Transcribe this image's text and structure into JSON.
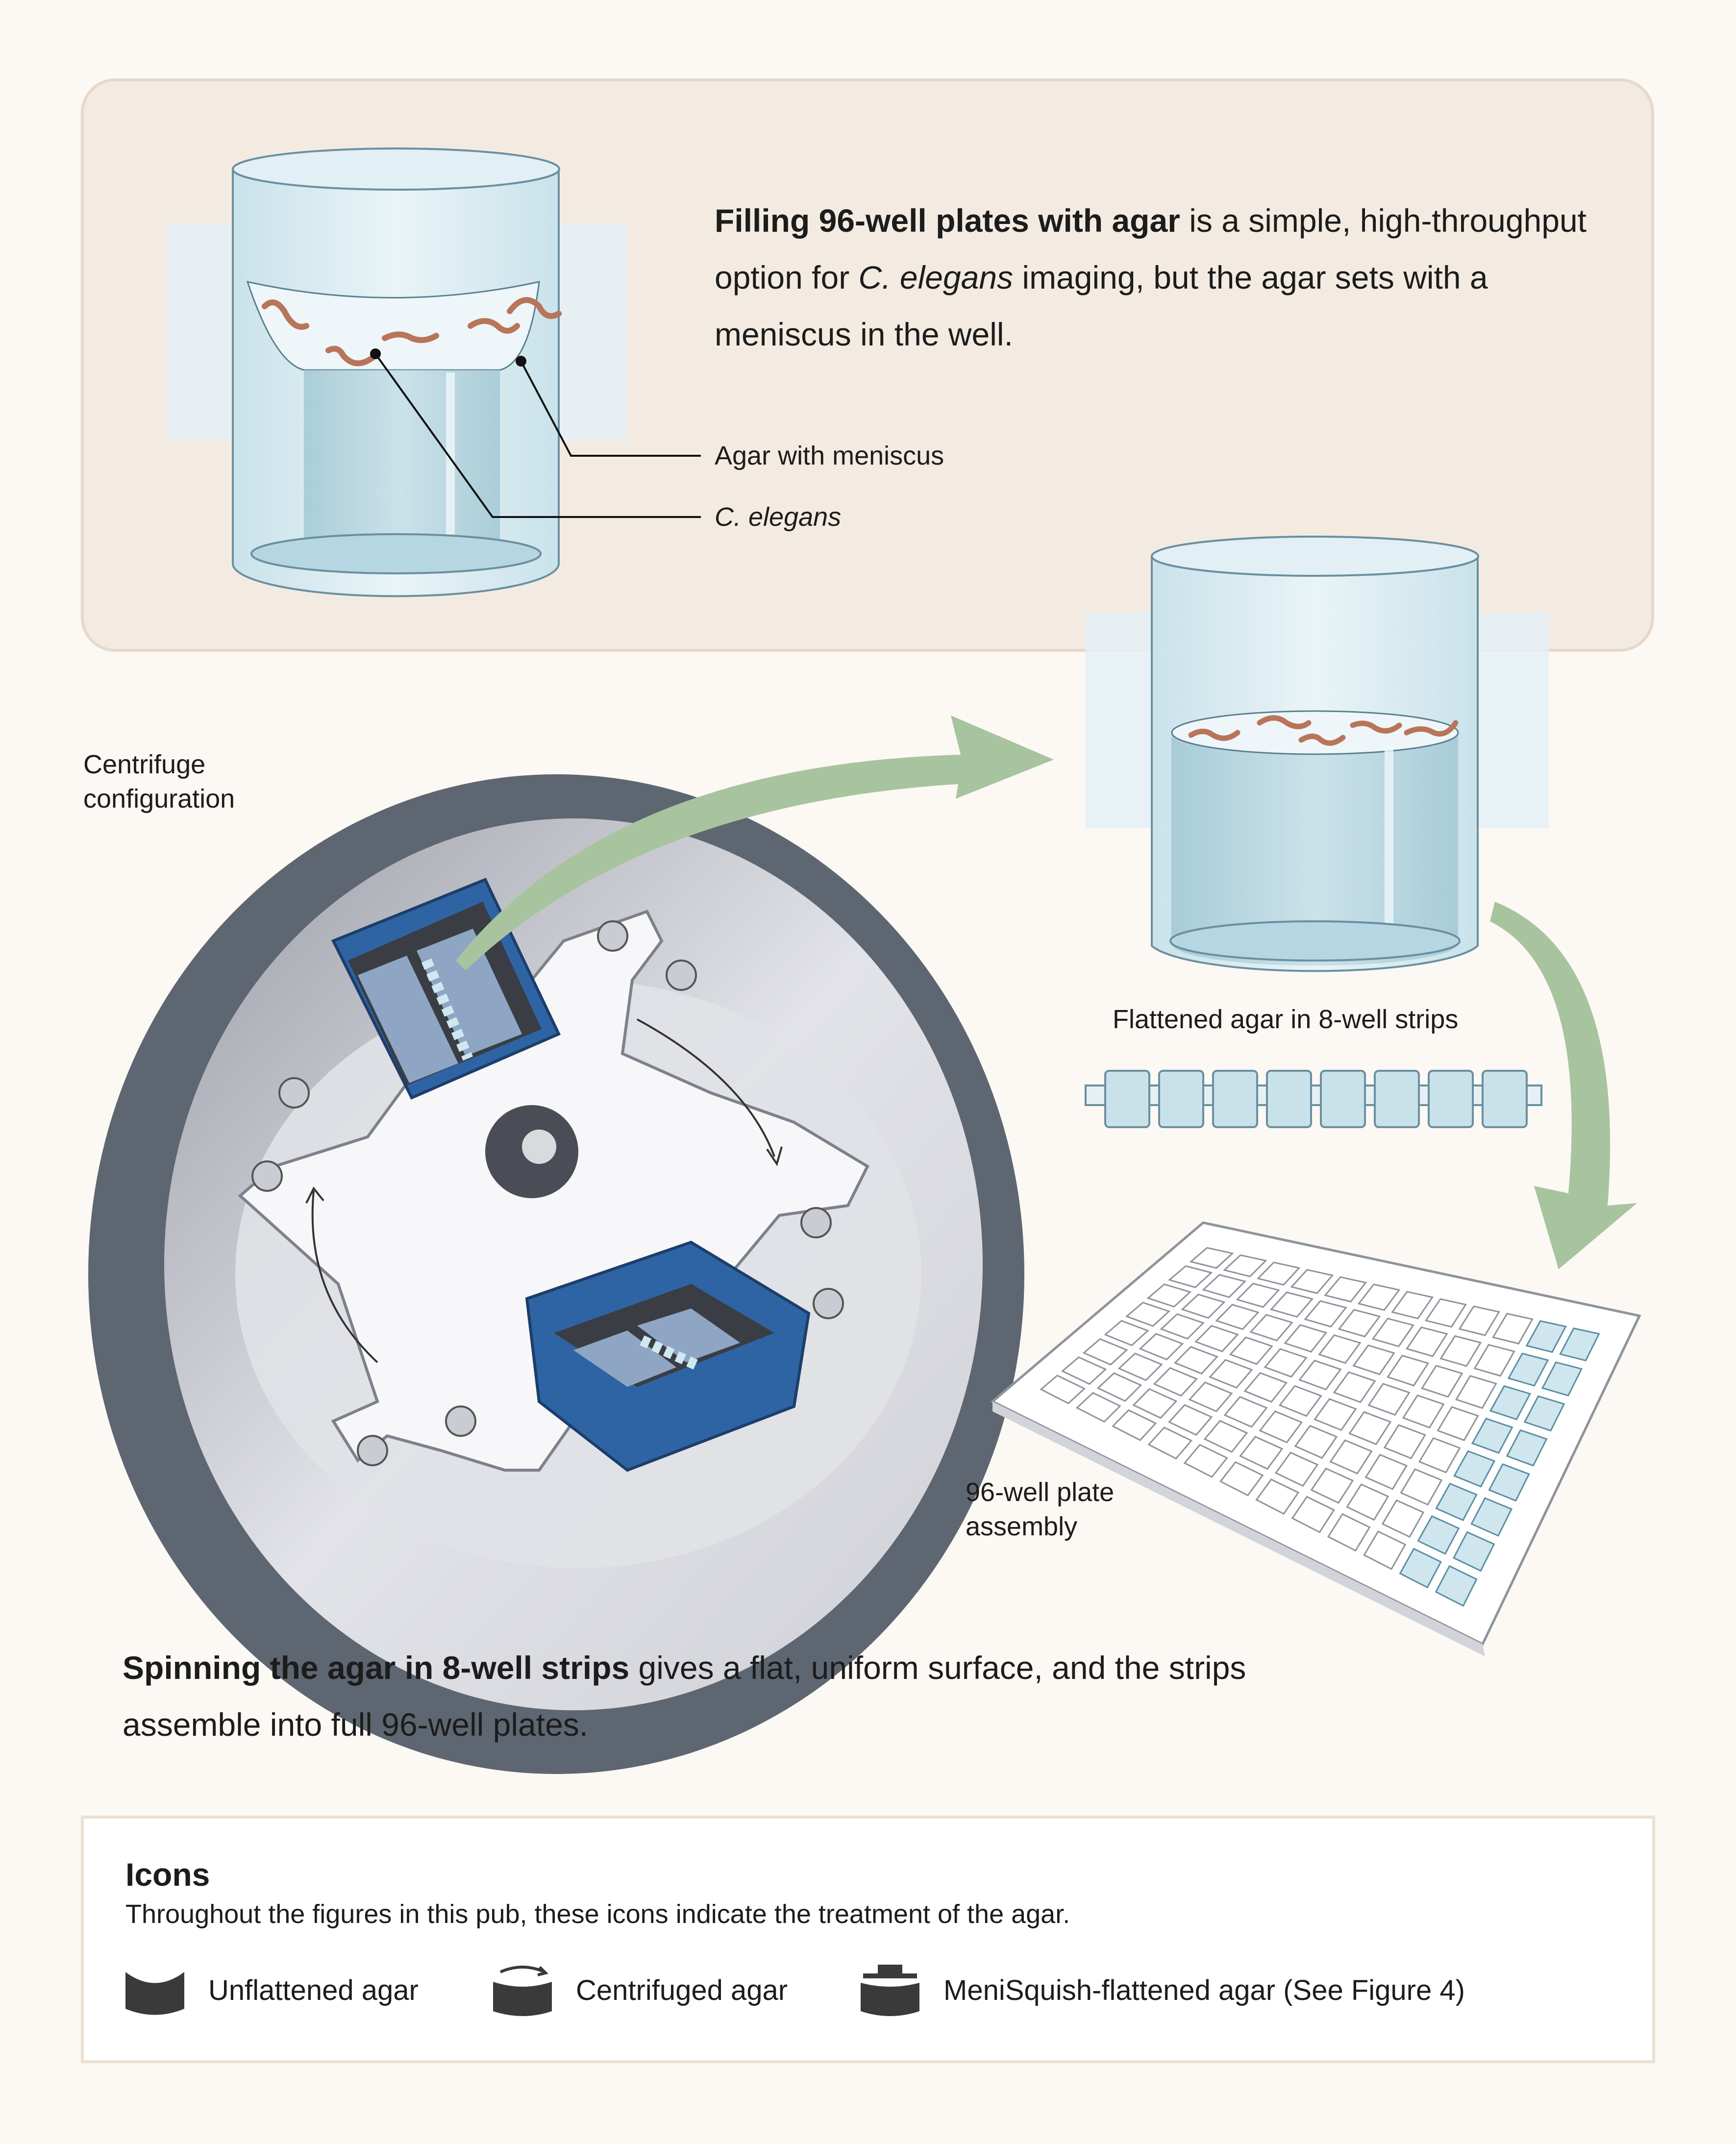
{
  "top_panel": {
    "intro_bold": "Filling 96-well plates with agar",
    "intro_rest_1": " is a simple, high-throughput option for ",
    "intro_italic": "C. elegans",
    "intro_rest_2": " imaging, but the agar sets with a meniscus in the well.",
    "label_meniscus": "Agar with meniscus",
    "label_elegans": "C. elegans"
  },
  "centrifuge": {
    "label": "Centrifuge configuration"
  },
  "flattened": {
    "label": "Flattened agar in 8-well strips"
  },
  "plate": {
    "label": "96-well plate assembly"
  },
  "bottom_text": {
    "bold": "Spinning the agar in 8-well strips",
    "rest": " gives a flat, uniform surface, and the strips assemble into full 96-well plates."
  },
  "legend": {
    "title": "Icons",
    "description": "Throughout the figures in this pub, these icons indicate the treatment of the agar.",
    "items": [
      {
        "icon": "unflattened-agar-icon",
        "label": "Unflattened agar"
      },
      {
        "icon": "centrifuged-agar-icon",
        "label": "Centrifuged agar"
      },
      {
        "icon": "menisquish-agar-icon",
        "label": "MeniSquish-flattened agar (See Figure 4)"
      }
    ]
  },
  "colors": {
    "background": "#fcf8f3",
    "panel": "#f3ebe2",
    "arrow_green": "#a8c49f",
    "holder_blue": "#2e64a4",
    "centrifuge_wall": "#5e6671",
    "worm": "#b8755a",
    "glass": "#d8ecf2"
  }
}
